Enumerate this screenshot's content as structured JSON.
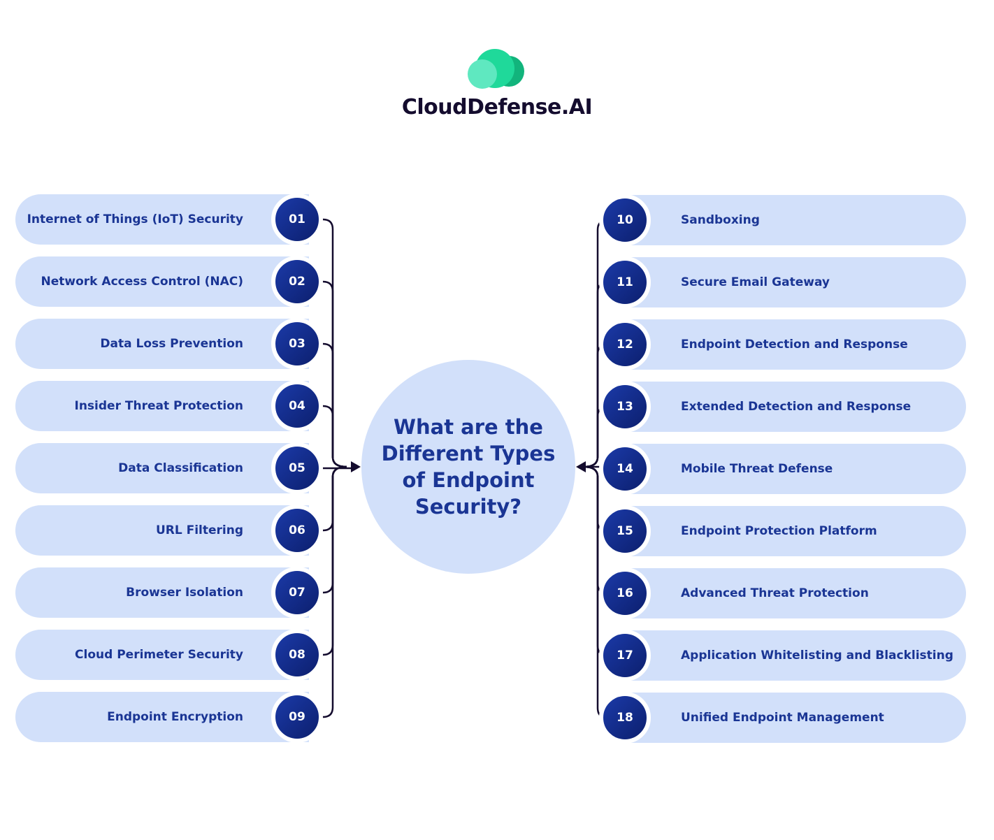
{
  "brand": {
    "name": "CloudDefense.AI",
    "colors": {
      "cloud_light": "#5fe8c0",
      "cloud_mid": "#1fd99a",
      "cloud_dark": "#12b47c"
    }
  },
  "center": {
    "title": "What are the Different Types of Endpoint Security?"
  },
  "colors": {
    "pill_bg": "#d2e0fa",
    "label_text": "#1a3594",
    "badge_from": "#1b3aa8",
    "badge_to": "#0c1f6e",
    "connector": "#140c2e"
  },
  "left_items": [
    {
      "num": "01",
      "label": "Internet of Things (IoT) Security"
    },
    {
      "num": "02",
      "label": "Network Access Control (NAC)"
    },
    {
      "num": "03",
      "label": "Data Loss Prevention"
    },
    {
      "num": "04",
      "label": "Insider Threat Protection"
    },
    {
      "num": "05",
      "label": "Data Classification"
    },
    {
      "num": "06",
      "label": "URL Filtering"
    },
    {
      "num": "07",
      "label": "Browser Isolation"
    },
    {
      "num": "08",
      "label": "Cloud Perimeter Security"
    },
    {
      "num": "09",
      "label": "Endpoint Encryption"
    }
  ],
  "right_items": [
    {
      "num": "10",
      "label": "Sandboxing"
    },
    {
      "num": "11",
      "label": "Secure Email Gateway"
    },
    {
      "num": "12",
      "label": "Endpoint Detection and Response"
    },
    {
      "num": "13",
      "label": "Extended Detection and Response"
    },
    {
      "num": "14",
      "label": "Mobile Threat Defense"
    },
    {
      "num": "15",
      "label": "Endpoint Protection Platform"
    },
    {
      "num": "16",
      "label": "Advanced Threat Protection"
    },
    {
      "num": "17",
      "label": "Application Whitelisting and Blacklisting"
    },
    {
      "num": "18",
      "label": "Unified Endpoint Management"
    }
  ]
}
